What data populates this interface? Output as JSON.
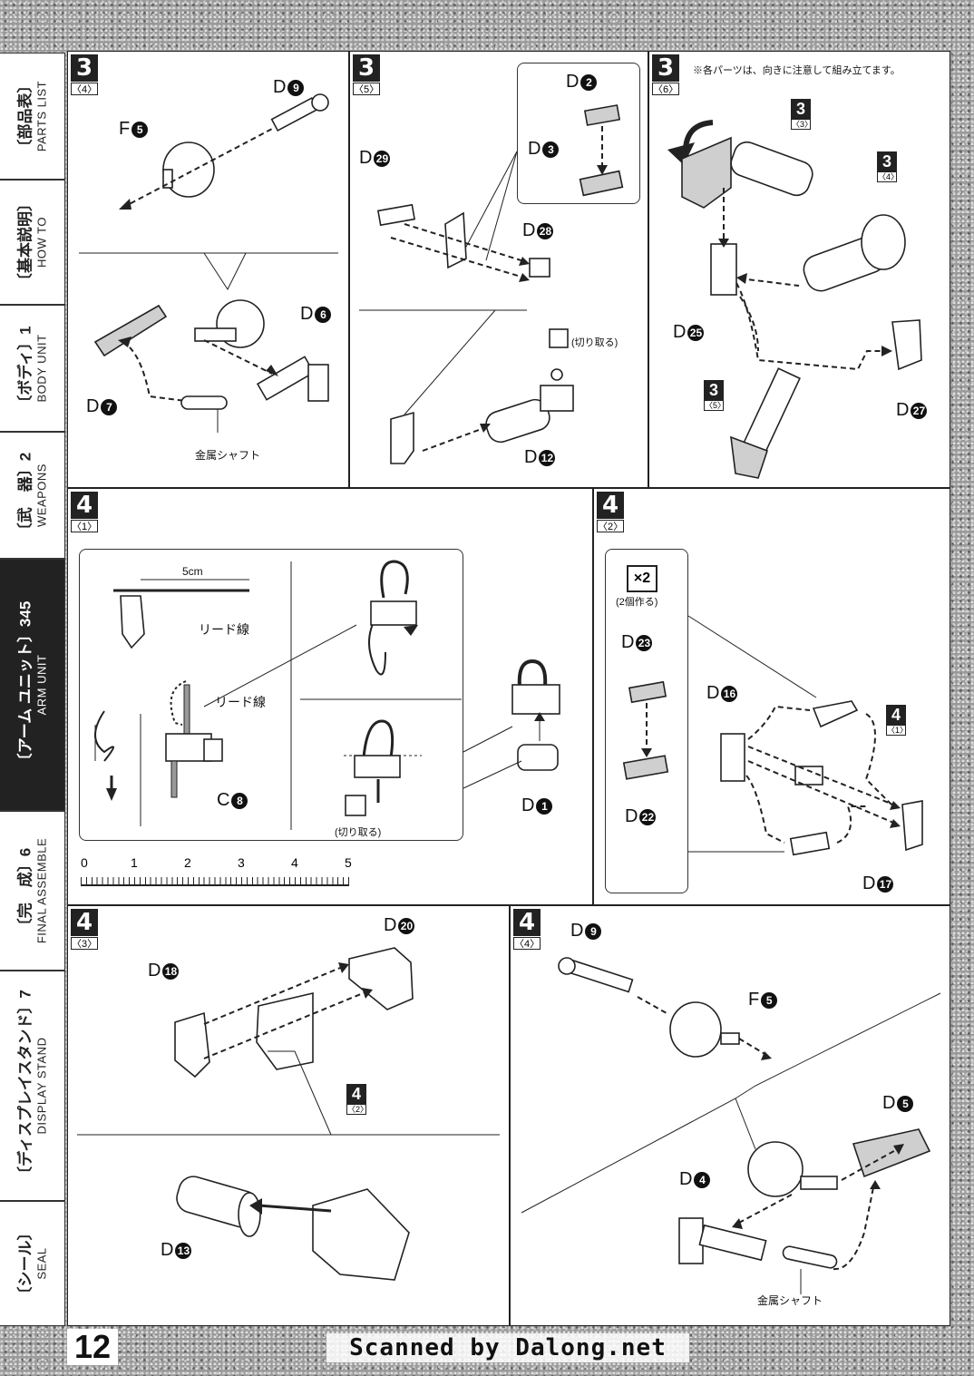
{
  "sidebar": {
    "tabs": [
      {
        "jp": "〔部品表〕",
        "en": "PARTS LIST",
        "active": false
      },
      {
        "jp": "〔基本説明〕",
        "en": "HOW TO",
        "active": false
      },
      {
        "jp": "〔ボディ〕1",
        "en": "BODY UNIT",
        "active": false
      },
      {
        "jp": "〔武　器〕2",
        "en": "WEAPONS",
        "active": false
      },
      {
        "jp": "〔アーム ユニット〕345",
        "en": "ARM UNIT",
        "active": true
      },
      {
        "jp": "〔完　成〕6",
        "en": "FINAL ASSEMBLE",
        "active": false
      },
      {
        "jp": "〔ディスプレイスタンド〕7",
        "en": "DISPLAY STAND",
        "active": false
      },
      {
        "jp": "〔シール〕",
        "en": "SEAL",
        "active": false
      }
    ]
  },
  "steps": {
    "s3_4": {
      "no": "3",
      "sub": "〈4〉",
      "labels": {
        "f5": "F",
        "f5n": "5",
        "d9": "D",
        "d9n": "9",
        "d6": "D",
        "d6n": "6",
        "d7": "D",
        "d7n": "7",
        "shaft": "金属シャフト"
      }
    },
    "s3_5": {
      "no": "3",
      "sub": "〈5〉",
      "labels": {
        "d2": "D",
        "d2n": "2",
        "d3": "D",
        "d3n": "3",
        "d29": "D",
        "d29n": "29",
        "d28": "D",
        "d28n": "28",
        "d12": "D",
        "d12n": "12",
        "cut": "(切り取る)"
      }
    },
    "s3_6": {
      "no": "3",
      "sub": "〈6〉",
      "note": "※各パーツは、向きに注意して組み立てます。",
      "labels": {
        "d25": "D",
        "d25n": "25",
        "d27": "D",
        "d27n": "27"
      },
      "refs": [
        {
          "no": "3",
          "sub": "〈3〉"
        },
        {
          "no": "3",
          "sub": "〈4〉"
        },
        {
          "no": "3",
          "sub": "〈5〉"
        }
      ]
    },
    "s4_1": {
      "no": "4",
      "sub": "〈1〉",
      "labels": {
        "len": "5cm",
        "lead1": "リード線",
        "lead2": "リード線",
        "c8": "C",
        "c8n": "8",
        "d1": "D",
        "d1n": "1",
        "cut": "(切り取る)"
      },
      "ruler": [
        "0",
        "1",
        "2",
        "3",
        "4",
        "5"
      ]
    },
    "s4_2": {
      "no": "4",
      "sub": "〈2〉",
      "x2": "×2",
      "x2note": "(2個作る)",
      "labels": {
        "d23": "D",
        "d23n": "23",
        "d22": "D",
        "d22n": "22",
        "d16": "D",
        "d16n": "16",
        "d17": "D",
        "d17n": "17"
      },
      "ref": {
        "no": "4",
        "sub": "〈1〉"
      }
    },
    "s4_3": {
      "no": "4",
      "sub": "〈3〉",
      "labels": {
        "d20": "D",
        "d20n": "20",
        "d18": "D",
        "d18n": "18",
        "d13": "D",
        "d13n": "13"
      },
      "ref": {
        "no": "4",
        "sub": "〈2〉"
      }
    },
    "s4_4": {
      "no": "4",
      "sub": "〈4〉",
      "labels": {
        "d9": "D",
        "d9n": "9",
        "f5": "F",
        "f5n": "5",
        "d5": "D",
        "d5n": "5",
        "d4": "D",
        "d4n": "4",
        "shaft": "金属シャフト"
      }
    }
  },
  "footer": {
    "page": "12",
    "credit": "Scanned by Dalong.net"
  }
}
